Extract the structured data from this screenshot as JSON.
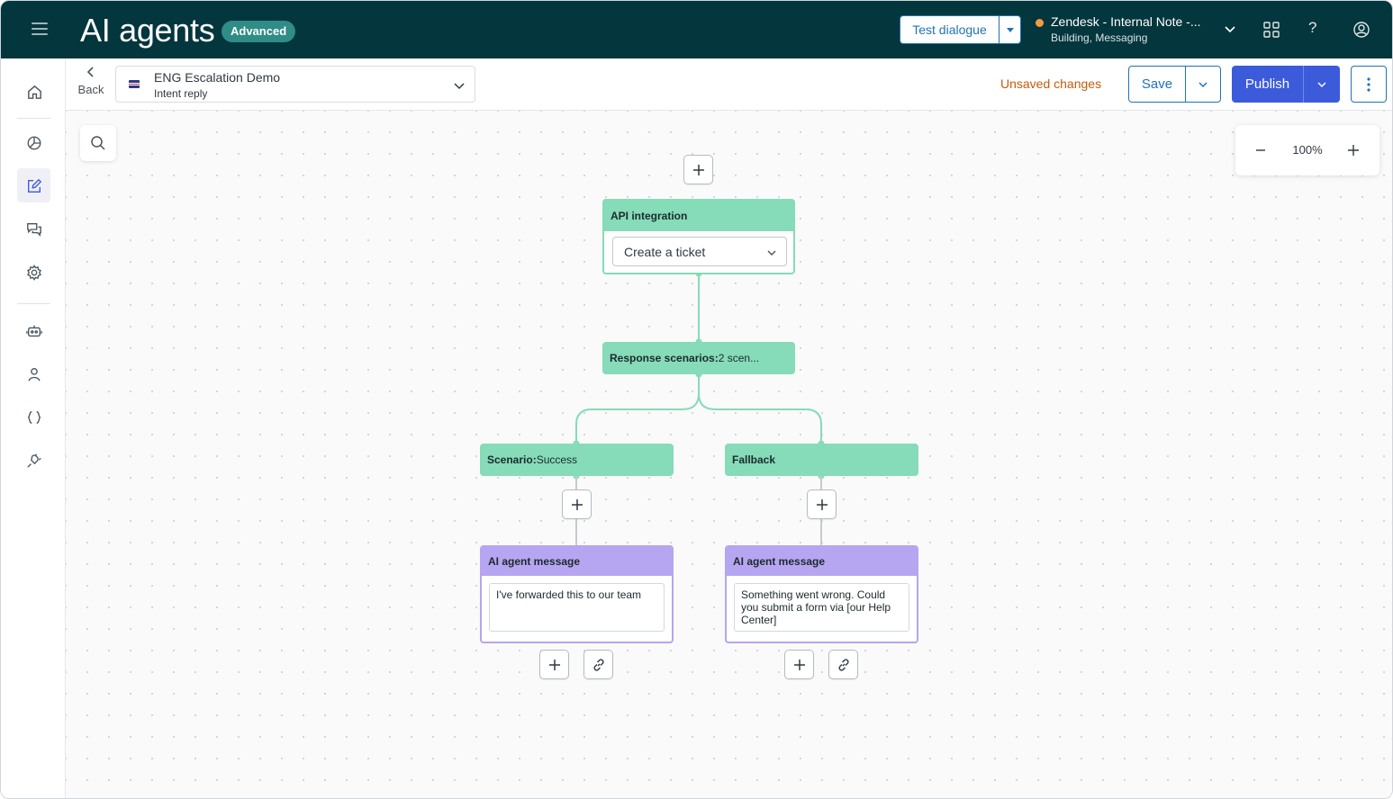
{
  "header": {
    "app_title": "AI agents",
    "badge": "Advanced",
    "test_dialogue": "Test dialogue",
    "integration_name": "Zendesk - Internal Note -...",
    "integration_sub": "Building, Messaging",
    "status_color": "#f79a3e",
    "help": "?"
  },
  "sidebar": {
    "items": [
      {
        "icon": "home-icon"
      },
      {
        "icon": "analytics-icon"
      },
      {
        "icon": "edit-icon",
        "active": true
      },
      {
        "icon": "conversations-icon"
      },
      {
        "icon": "settings-icon"
      },
      {
        "icon": "bot-icon"
      },
      {
        "icon": "person-icon"
      },
      {
        "icon": "code-braces-icon"
      },
      {
        "icon": "integration-plug-icon"
      }
    ]
  },
  "subheader": {
    "back_label": "Back",
    "intent_title": "ENG Escalation Demo",
    "intent_sub": "Intent reply",
    "unsaved": "Unsaved changes",
    "save": "Save",
    "publish": "Publish"
  },
  "canvas": {
    "zoom": "100%",
    "api_node": {
      "title": "API integration",
      "selected": "Create a ticket"
    },
    "response_node": {
      "title": "Response scenarios:",
      "value": "2 scen..."
    },
    "success_node": {
      "title": "Scenario:",
      "value": "Success"
    },
    "fallback_node": {
      "title": "Fallback"
    },
    "message_left": {
      "title": "AI agent message",
      "text": "I've forwarded this to our team"
    },
    "message_right": {
      "title": "AI agent message",
      "text": "Something went wrong. Could you submit a form via [our Help Center]"
    }
  },
  "colors": {
    "header_bg": "#03363d",
    "node_green": "#86dbb8",
    "node_purple": "#b6a5f0",
    "primary": "#3b5bdb",
    "link_blue": "#1f73b7",
    "unsaved": "#c45b0c"
  }
}
